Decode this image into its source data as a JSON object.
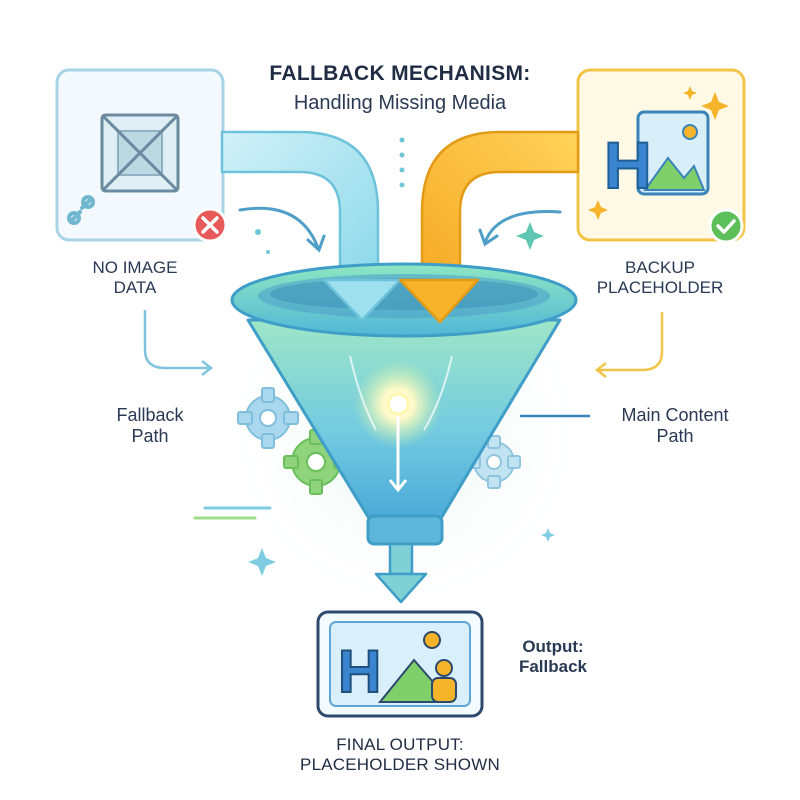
{
  "title": {
    "line1": "FALLBACK MECHANISM:",
    "line2": "Handling Missing Media"
  },
  "labels": {
    "no_image_1": "NO IMAGE",
    "no_image_2": "DATA",
    "backup_1": "BACKUP",
    "backup_2": "PLACEHOLDER",
    "fallback_path_1": "Fallback",
    "fallback_path_2": "Path",
    "main_path_1": "Main Content",
    "main_path_2": "Path",
    "output_1": "Output:",
    "output_2": "Fallback",
    "final_1": "FINAL OUTPUT:",
    "final_2": "PLACEHOLDER SHOWN"
  },
  "placeholder_glyph": "H",
  "icons": {
    "missing_image": "broken-image-icon",
    "link": "broken-link-icon",
    "error": "error-x-icon",
    "success": "check-icon",
    "placeholder": "image-placeholder-icon",
    "gear": "gear-icon",
    "sparkle": "sparkle-icon"
  },
  "colors": {
    "teal": "#5fc6c9",
    "light_blue": "#9fdcf0",
    "yellow": "#f6b42a",
    "green": "#7fcf6b",
    "red": "#e85a5a",
    "funnel": "#7fd6c8"
  }
}
